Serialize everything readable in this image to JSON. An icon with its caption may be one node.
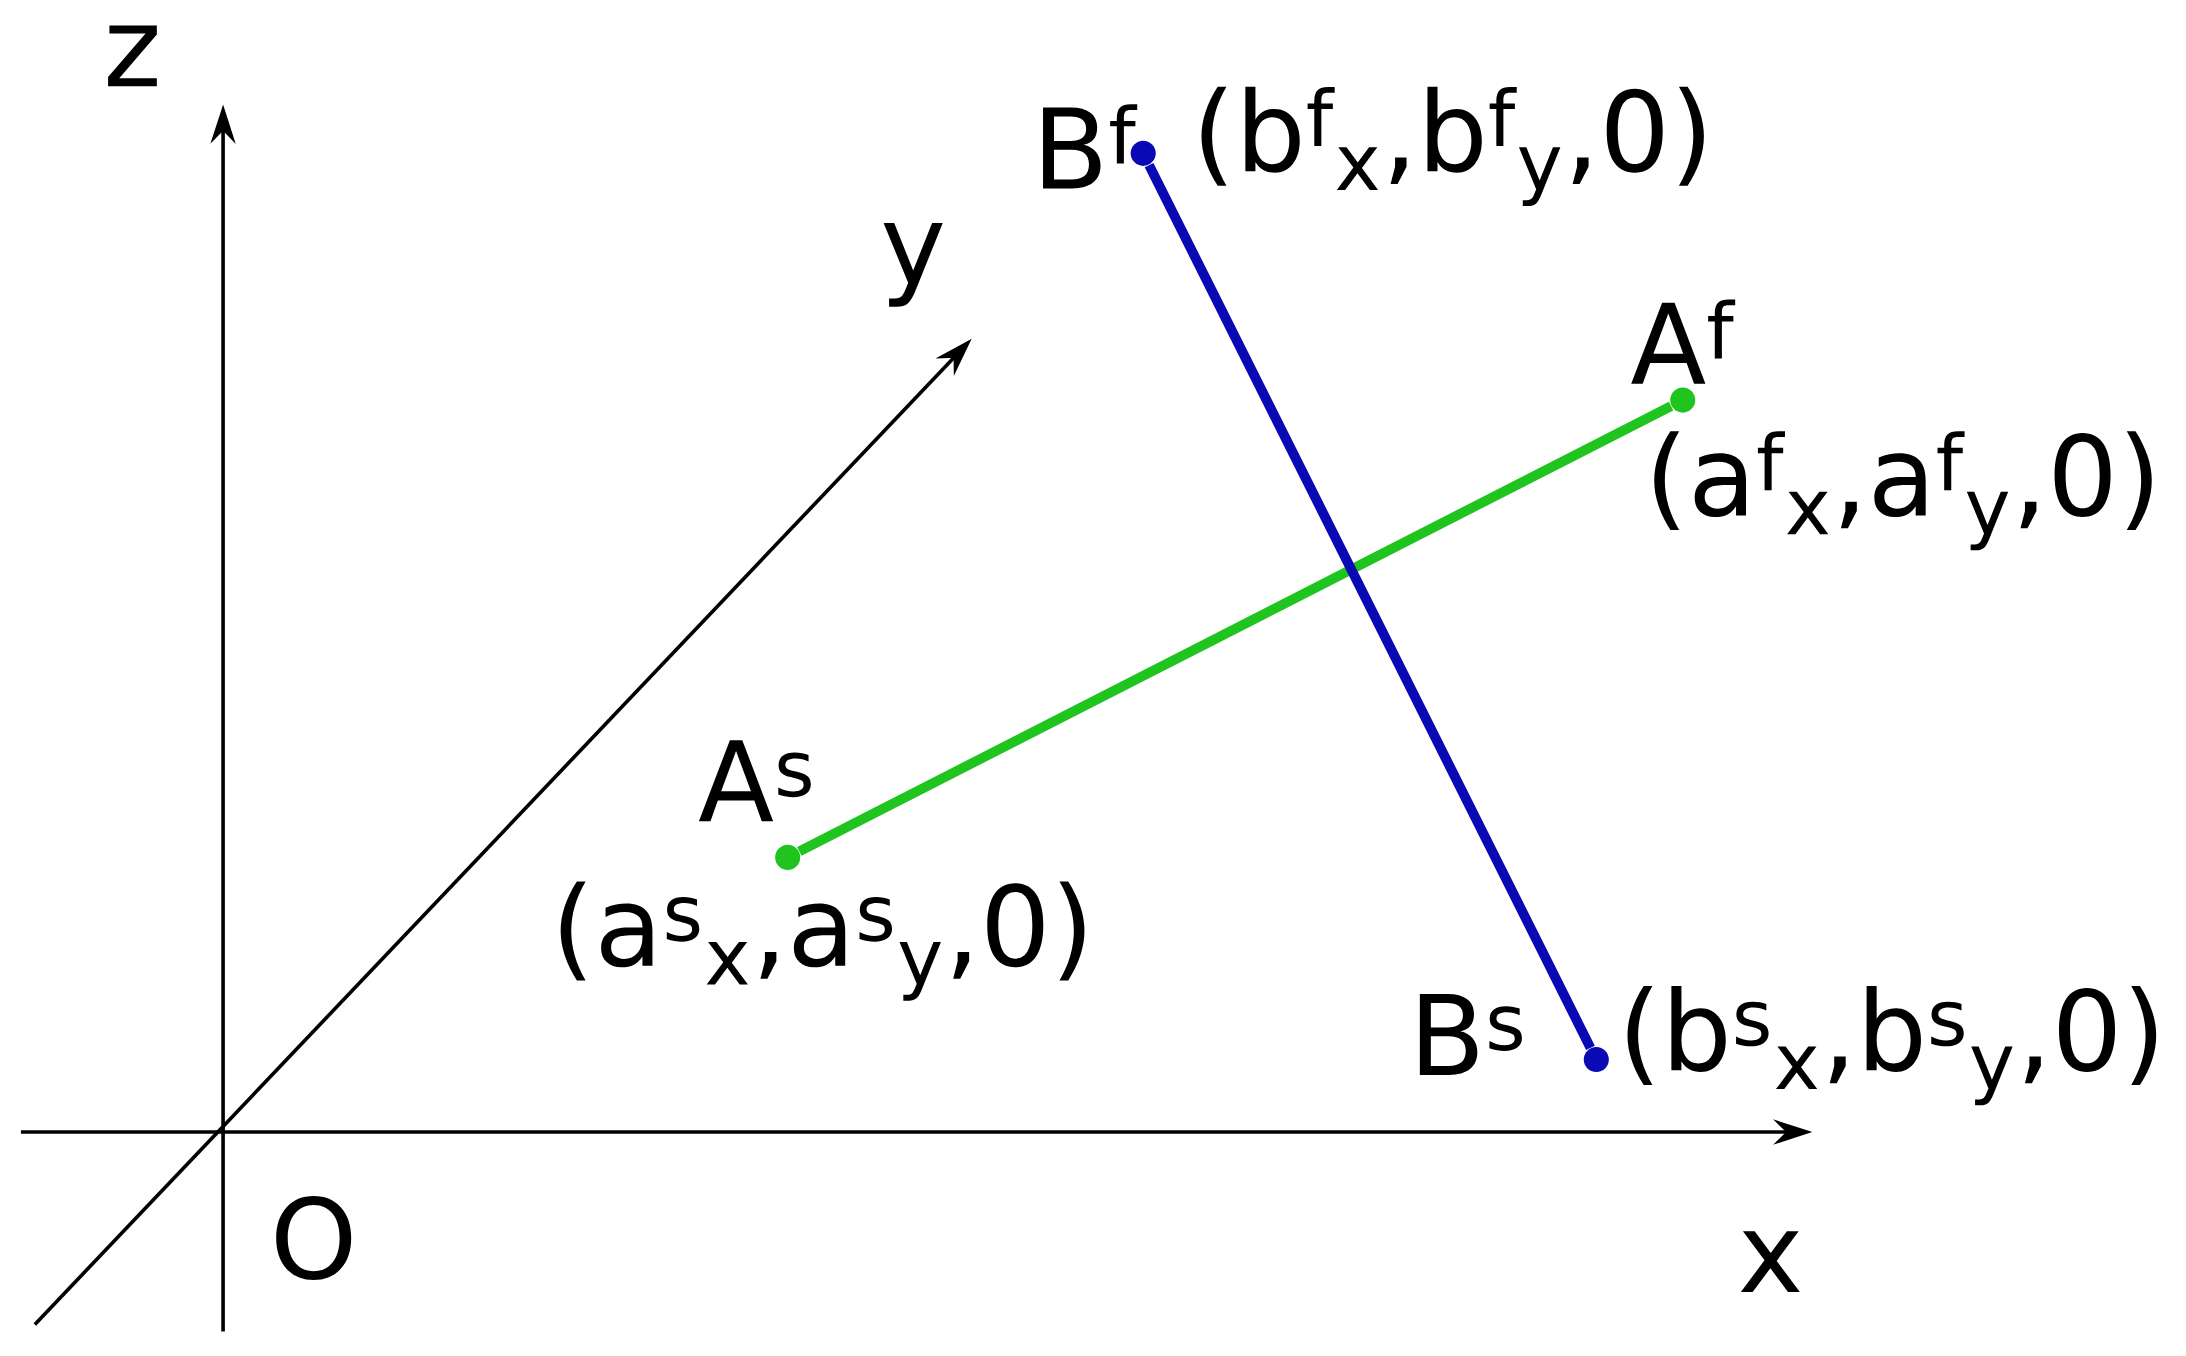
{
  "diagram": {
    "nodes": [
      {
        "text": [
          "A$^{s}$",
          "(a$^{s}$$_{x}$,a$^{s}$$_{y}$,0)"
        ]
      },
      {
        "text": [
          "A$^{f}$",
          "(a$^{f}$$_{x}$,a$^{f}$$_{y}$,0)"
        ]
      },
      {
        "text": [
          "B$^{f}$",
          "(b$^{f}$$_{x}$,b$^{f}$$_{y}$,0)"
        ]
      },
      {
        "text": [
          "B$^{s}$",
          "(b$^{s}$$_{x}$,b$^{s}$$_{y}$,0)"
        ]
      }
    ],
    "edges": [
      {
        "from": 0,
        "to": 1,
        "arrow": "none",
        "color": "#1fc41f"
      },
      {
        "from": 2,
        "to": 3,
        "arrow": "none",
        "color": "#0a0ab4"
      }
    ],
    "labels": [
      "z",
      "y",
      "x",
      "O"
    ]
  }
}
